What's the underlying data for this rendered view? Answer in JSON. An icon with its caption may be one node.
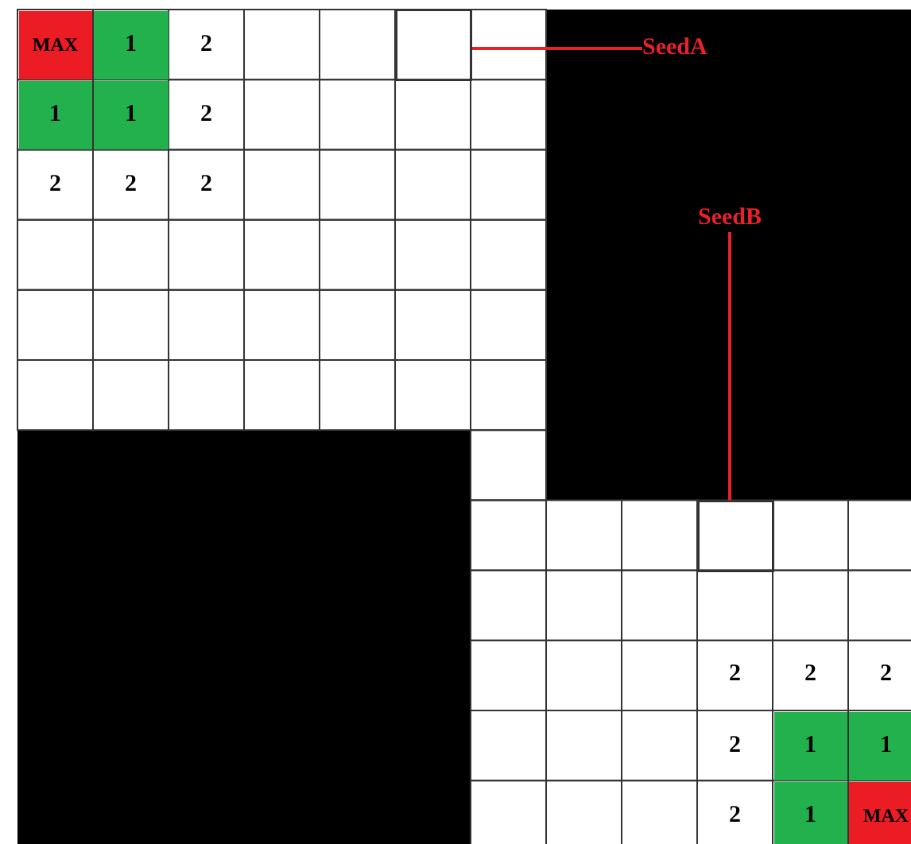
{
  "diagram": {
    "nodes": [
      {
        "text": [
          "SeedA"
        ]
      },
      {
        "text": [],
        "shape": "box"
      },
      {
        "text": [
          "SeedB"
        ]
      },
      {
        "text": [],
        "shape": "box"
      }
    ],
    "edges": [
      {
        "from": 0,
        "to": 1,
        "arrow": "none",
        "color": "#e8222a"
      },
      {
        "from": 2,
        "to": 3,
        "arrow": "none",
        "color": "#e8222a"
      }
    ],
    "labels": [
      "MAX",
      "1",
      "2",
      "1",
      "1",
      "2",
      "2",
      "2",
      "2",
      "2",
      "2",
      "2",
      "2",
      "1",
      "1",
      "2",
      "1",
      "MAX"
    ]
  }
}
